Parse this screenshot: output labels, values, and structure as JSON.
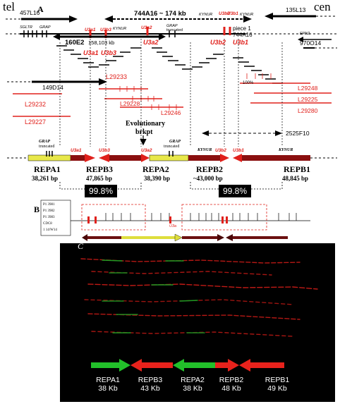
{
  "header": {
    "left": "tel",
    "right": "cen"
  },
  "panelA": {
    "label": "A",
    "clones_top": {
      "c457L16": "457L16",
      "c744A16": "744A16 ~ 174 kb",
      "c135L13": "135L13",
      "piece1": "piece 1",
      "piece1b": "744A16",
      "c970O14": "970O14",
      "c160E2": "160E2",
      "c160E2_size": "158,103 kb",
      "c149D14": "149D14",
      "c2525F10": "2525F10"
    },
    "genes": {
      "sglt": "SGLTR",
      "grap": "GRAP",
      "kynur1": "KYNUR",
      "kynur2": "KYNUR",
      "kynur3": "KYNUR",
      "epn2": "EPN2",
      "grap_trunc": "GRAP",
      "grap_trunc_sub": "truncated"
    },
    "u3_labels": {
      "u3a1": "U3a1",
      "u3b3": "U3b3",
      "u3a2": "U3a2",
      "u3b2": "U3b2",
      "u3b1": "U3b1",
      "u3a1_big": "U3a1",
      "u3b3_big": "U3b3",
      "u3a2_big": "U3a2",
      "u3b2_big": "U3b2",
      "u3b1_big": "U3b1"
    },
    "cosmids": {
      "L29233": "L29233",
      "L29228": "L29228",
      "L29246": "L29246",
      "L29232": "L29232",
      "L29227": "L29227",
      "L29248": "L29248",
      "L29225": "L29225",
      "L29280": "L29280",
      "pct100": "100%"
    },
    "evo": {
      "line1": "Evolutionary",
      "line2": "brkpt"
    },
    "repeats_genes": {
      "grap_t": "GRAP",
      "grap_t_sub": "truncated",
      "grap_t2": "GRAP",
      "grap_t2_sub": "truncated",
      "kynur_a": "KYNUR",
      "kynur_b": "KYNUR"
    },
    "repeats": [
      {
        "name": "REPA1",
        "size": "38,261 bp"
      },
      {
        "name": "REPB3",
        "size": "47,865 bp"
      },
      {
        "name": "REPA2",
        "size": "38,390 bp"
      },
      {
        "name": "REPB2",
        "size": "~43,000 bp"
      },
      {
        "name": "REPB1",
        "size": "48,845 bp"
      }
    ],
    "identity_left": "99.8%",
    "identity_right": "99.8%"
  },
  "panelB": {
    "label": "B",
    "probes": [
      "P1 3981",
      "P1 3982",
      "P1 3983",
      "CDC8",
      "1 14/W14"
    ],
    "u3a": "U3a"
  },
  "panelC": {
    "label": "C",
    "repeats": [
      {
        "name": "REPA1",
        "size": "38 Kb"
      },
      {
        "name": "REPB3",
        "size": "43 Kb"
      },
      {
        "name": "REPA2",
        "size": "38 Kb"
      },
      {
        "name": "REPB2",
        "size": "48 Kb"
      },
      {
        "name": "REPB1",
        "size": "49 Kb"
      }
    ],
    "colors": {
      "green": "#22c02a",
      "red": "#e8221c"
    }
  }
}
